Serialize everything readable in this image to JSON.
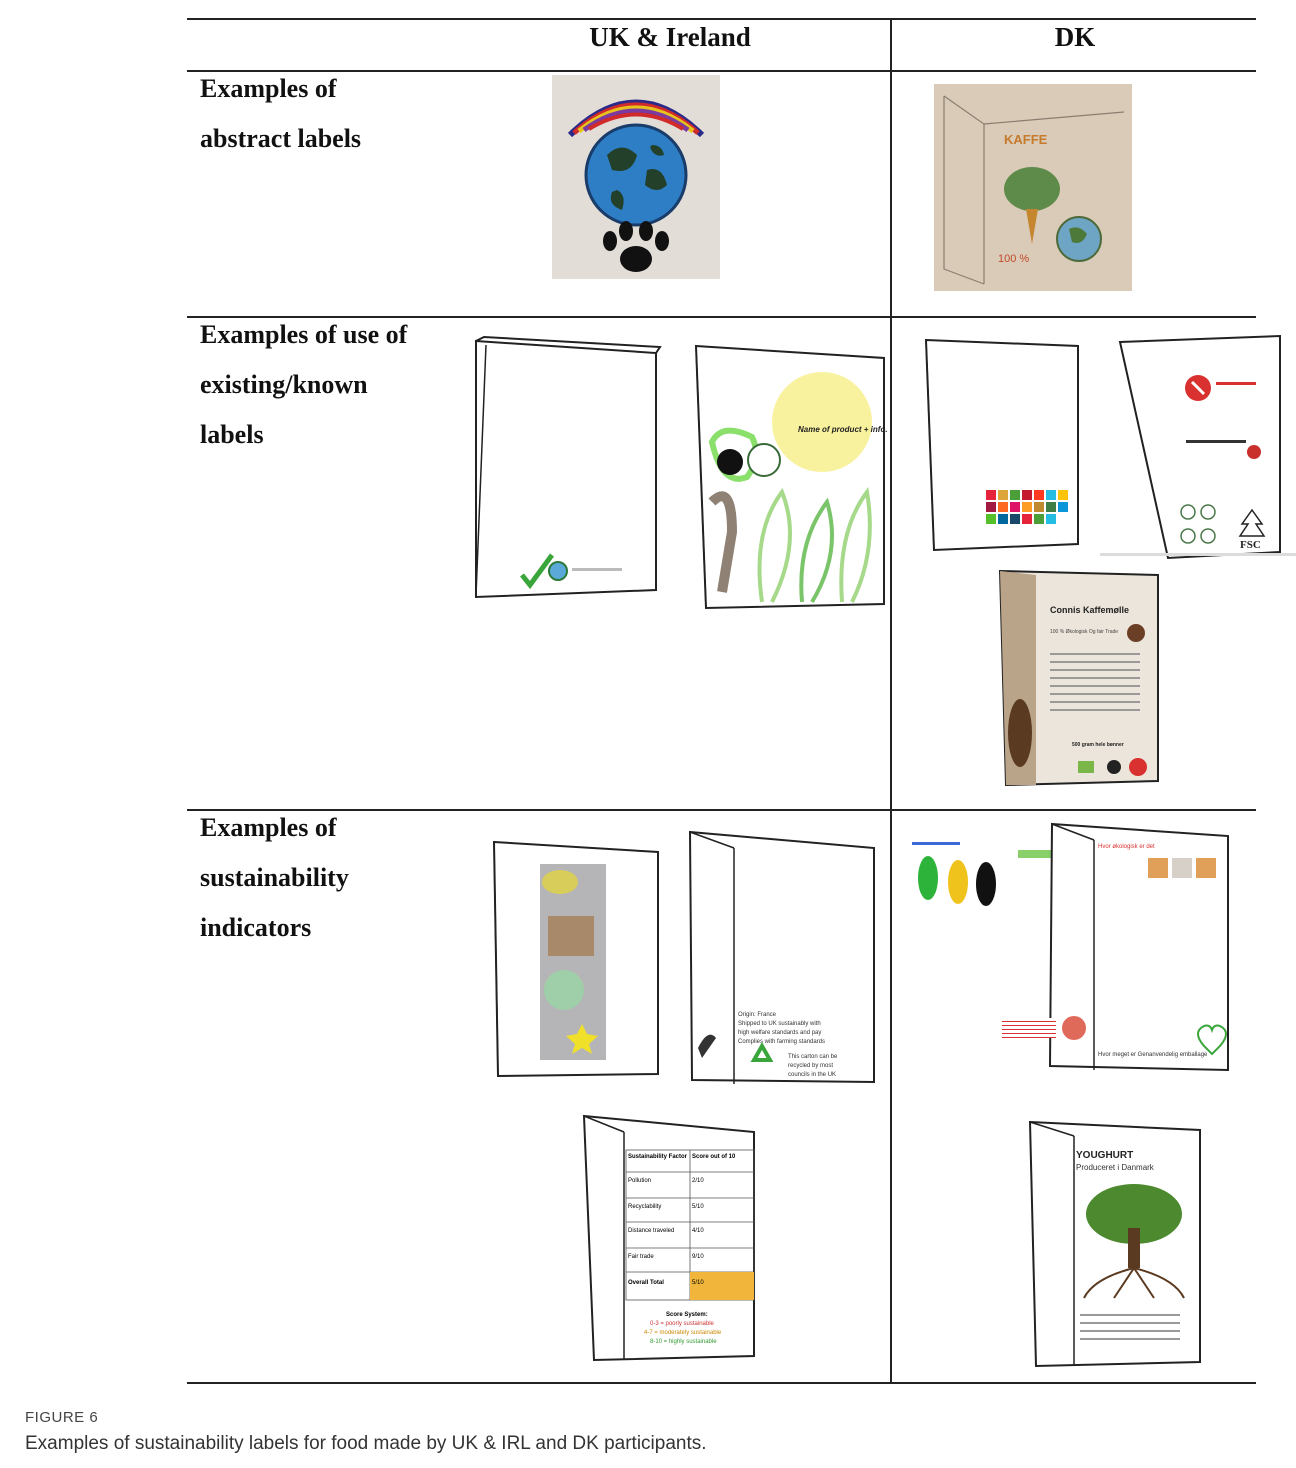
{
  "table": {
    "columns": [
      "UK & Ireland",
      "DK"
    ],
    "rows": [
      {
        "label_lines": [
          "Examples of",
          "abstract labels"
        ]
      },
      {
        "label_lines": [
          "Examples of use of",
          "existing/known",
          "labels"
        ]
      },
      {
        "label_lines": [
          "Examples of",
          "sustainability",
          "indicators"
        ]
      }
    ]
  },
  "images": {
    "uk_existing_b_text": "Name of product + info.",
    "dk_coffee_brand": "Connis Kaffemølle",
    "dk_coffee_sub": "100 % Økologisk Og fair Trade",
    "dk_coffee_weight": "500 gram hele bønner",
    "dk_abstract_text": "100 %",
    "uk_ind_b_text": [
      "Origin: France",
      "Shipped to UK sustainably with",
      "high welfare standards and pay",
      "Complies with farming standards",
      "This carton can be",
      "recycled by most",
      "councils in the UK"
    ],
    "uk_score_table": {
      "header": [
        "Sustainability Factor",
        "Score out of 10"
      ],
      "rows": [
        [
          "Pollution",
          "2/10"
        ],
        [
          "Recyclability",
          "5/10"
        ],
        [
          "Distance traveled",
          "4/10"
        ],
        [
          "Fair trade",
          "9/10"
        ]
      ],
      "total": [
        "Overall Total",
        "5/10"
      ],
      "legend_title": "Score System:",
      "legend": [
        "0-3 = poorly sustainable",
        "4-7 = moderately sustainable",
        "8-10 = highly sustainable"
      ]
    },
    "dk_ind_a_top": "Hvor økologisk er det",
    "dk_ind_a_bottom": "Hvor meget er Genanvendelig emballage",
    "dk_yoghurt_title": "YOUGHURT",
    "dk_yoghurt_sub": "Produceret i Danmark",
    "fsc": "FSC"
  },
  "figure": {
    "label": "FIGURE 6",
    "caption": "Examples of sustainability labels for food made by UK & IRL and DK participants."
  }
}
